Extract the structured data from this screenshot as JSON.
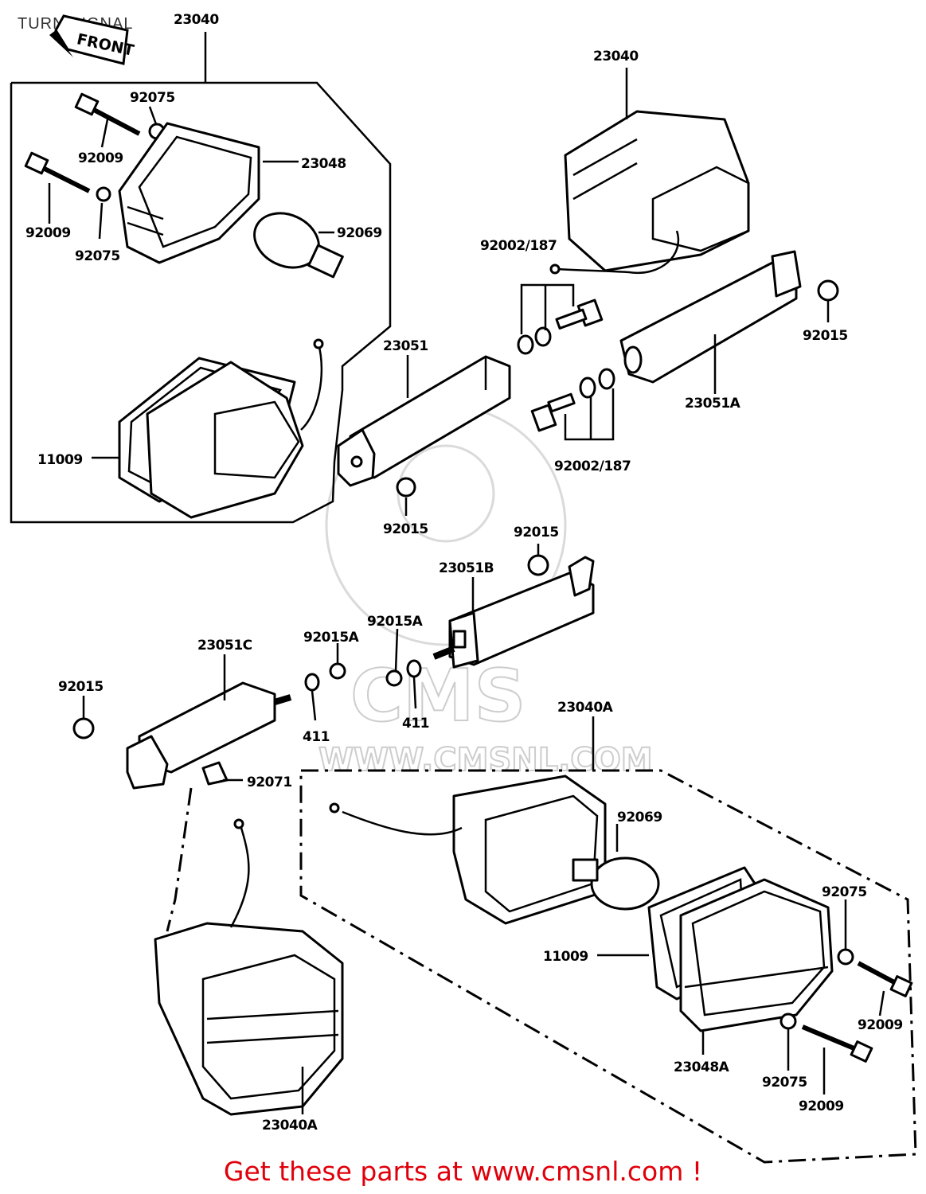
{
  "title": "TURN SIGNAL",
  "front_marker": "FRONT",
  "watermark": {
    "logo_text": "CMS",
    "url": "WWW.CMSNL.COM"
  },
  "promo_text": "Get these parts at www.cmsnl.com !",
  "colors": {
    "promo": "#e0000b",
    "line_art": "#000000",
    "watermark": "#c8c8c8"
  },
  "labels": {
    "l23040_top_left": "23040",
    "l92075_a": "92075",
    "l92009_a": "92009",
    "l23048": "23048",
    "l92009_b": "92009",
    "l92075_b": "92075",
    "l92069_a": "92069",
    "l23040_top_right": "23040",
    "l92002_187_a": "92002/187",
    "l92015_a": "92015",
    "l23051": "23051",
    "l23051A": "23051A",
    "l11009_a": "11009",
    "l92002_187_b": "92002/187",
    "l92015_b": "92015",
    "l92015_c": "92015",
    "l23051B": "23051B",
    "l92015A_a": "92015A",
    "l92015A_b": "92015A",
    "l23051C": "23051C",
    "l92015_d": "92015",
    "l411_a": "411",
    "l411_b": "411",
    "l23040A_a": "23040A",
    "l92071": "92071",
    "l92069_b": "92069",
    "l92075_c": "92075",
    "l11009_b": "11009",
    "l92009_c": "92009",
    "l23048A": "23048A",
    "l92075_d": "92075",
    "l92009_d": "92009",
    "l23040A_b": "23040A"
  }
}
